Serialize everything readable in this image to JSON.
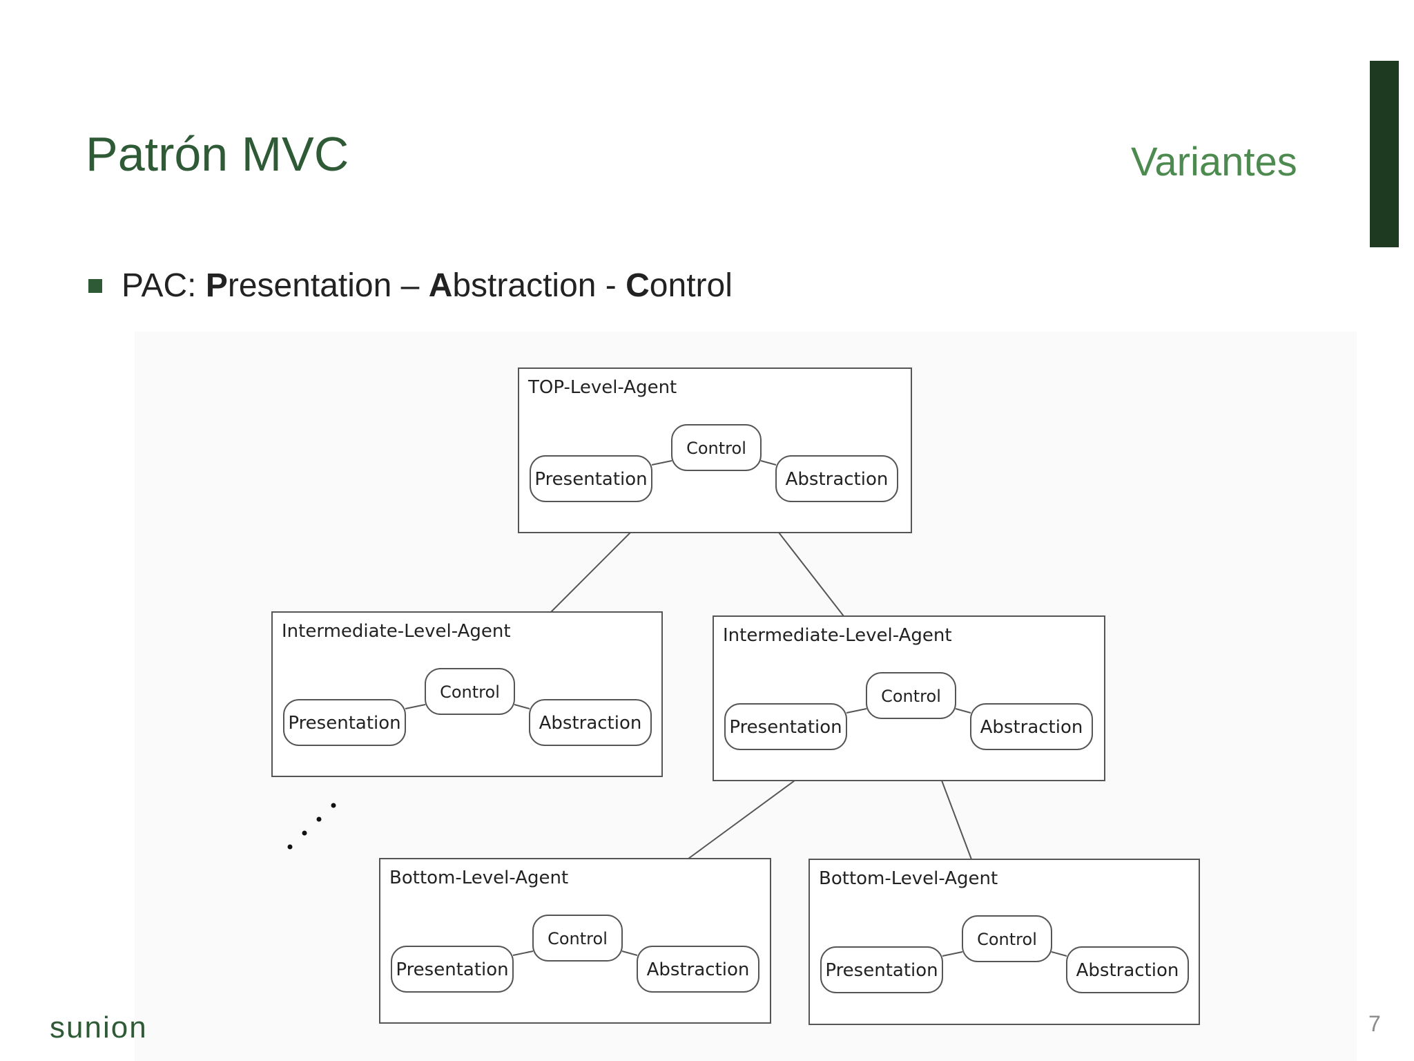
{
  "slide": {
    "title": "Patrón MVC",
    "section": "Variantes",
    "bullet": {
      "prefix": "PAC: ",
      "p_bold": "P",
      "p_rest": "resentation – ",
      "a_bold": "A",
      "a_rest": "bstraction - ",
      "c_bold": "C",
      "c_rest": "ontrol"
    },
    "logo": "sunion",
    "page_number": "7"
  },
  "diagram": {
    "node_labels": {
      "control": "Control",
      "presentation": "Presentation",
      "abstraction": "Abstraction"
    },
    "agents": [
      {
        "id": "top",
        "label": "TOP-Level-Agent"
      },
      {
        "id": "mid1",
        "label": "Intermediate-Level-Agent"
      },
      {
        "id": "mid2",
        "label": "Intermediate-Level-Agent"
      },
      {
        "id": "bot1",
        "label": "Bottom-Level-Agent"
      },
      {
        "id": "bot2",
        "label": "Bottom-Level-Agent"
      }
    ],
    "connections": [
      {
        "from": "top",
        "to": "mid1"
      },
      {
        "from": "top",
        "to": "mid2"
      },
      {
        "from": "mid2",
        "to": "bot1"
      },
      {
        "from": "mid2",
        "to": "bot2"
      }
    ]
  }
}
